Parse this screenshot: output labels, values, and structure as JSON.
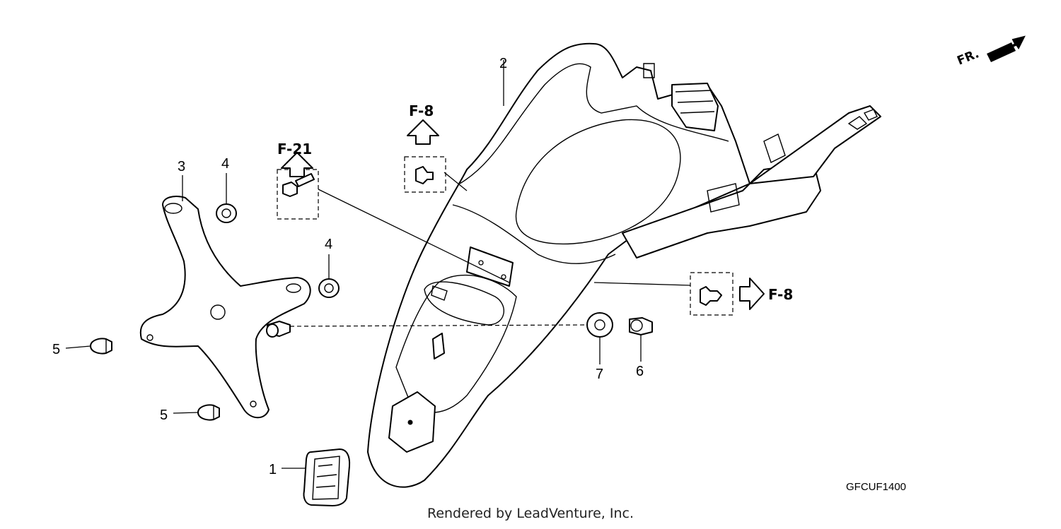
{
  "callouts": {
    "c1": "1",
    "c2": "2",
    "c3": "3",
    "c4a": "4",
    "c4b": "4",
    "c5a": "5",
    "c5b": "5",
    "c6": "6",
    "c7": "7"
  },
  "refs": {
    "f21": "F-21",
    "f8_top": "F-8",
    "f8_right": "F-8"
  },
  "direction": {
    "label": "FR."
  },
  "diagram_code": "GFCUF1400",
  "footer": "Rendered by LeadVenture, Inc."
}
